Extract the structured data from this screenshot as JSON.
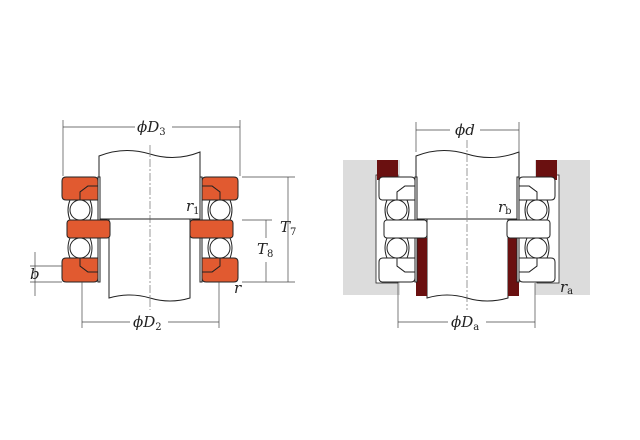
{
  "left_diagram": {
    "labels": {
      "D3": {
        "main": "ϕD",
        "sub": "3"
      },
      "D2": {
        "main": "ϕD",
        "sub": "2"
      },
      "T7": {
        "main": "T",
        "sub": "7"
      },
      "T8": {
        "main": "T",
        "sub": "8"
      },
      "r1": {
        "main": "r",
        "sub": "1"
      },
      "r": {
        "main": "r"
      },
      "b": {
        "main": "b"
      }
    }
  },
  "right_diagram": {
    "labels": {
      "d": {
        "main": "ϕd"
      },
      "Da": {
        "main": "ϕD",
        "sub": "a"
      },
      "rb": {
        "main": "r",
        "sub": "b"
      },
      "ra": {
        "main": "r",
        "sub": "a"
      }
    }
  },
  "colors": {
    "washer_left": "#e15a30",
    "spacer_right": "#6a1010",
    "housing": "#dcdcdc"
  }
}
